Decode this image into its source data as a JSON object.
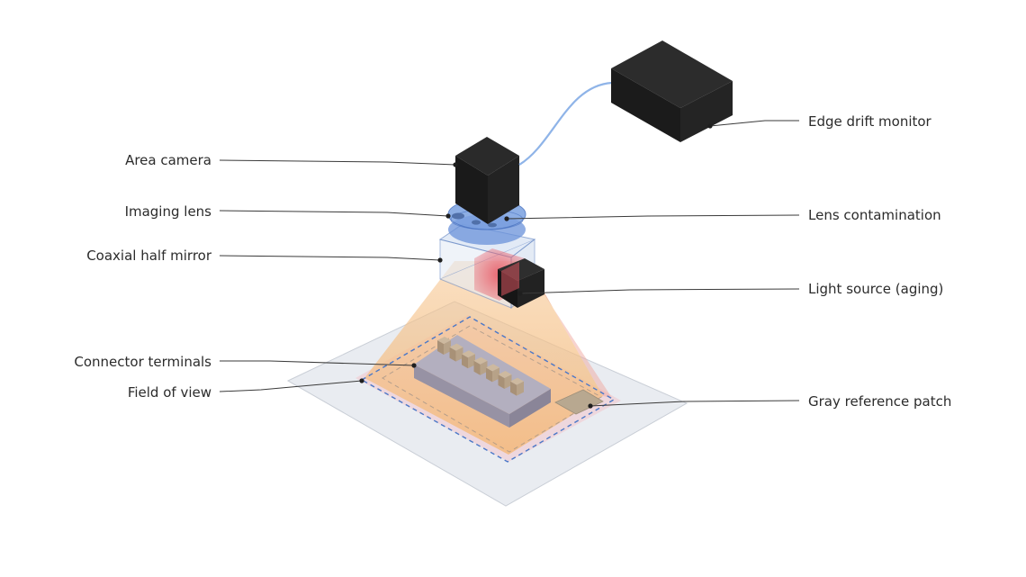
{
  "labels": {
    "area_camera": "Area camera",
    "imaging_lens": "Imaging lens",
    "coaxial_half_mirror": "Coaxial half mirror",
    "connector_terminals": "Connector terminals",
    "field_of_view": "Field of view",
    "edge_drift_monitor": "Edge drift monitor",
    "lens_contamination": "Lens contamination",
    "light_source": "Light source (aging)",
    "gray_reference_patch": "Gray reference patch"
  },
  "colors": {
    "camera": "#1e1e1e",
    "lens": "#5b87d6",
    "mirror": "#c9d8ee",
    "light_glow": "#e8707a",
    "fov_cone": "#f4b97a",
    "fov_outline": "#4a78c8",
    "terminals": "#b8a48c",
    "connector_body": "#9a96a6",
    "plate": "#e9ecf1",
    "gray_patch": "#b8a890",
    "cable": "#8fb4e8"
  }
}
